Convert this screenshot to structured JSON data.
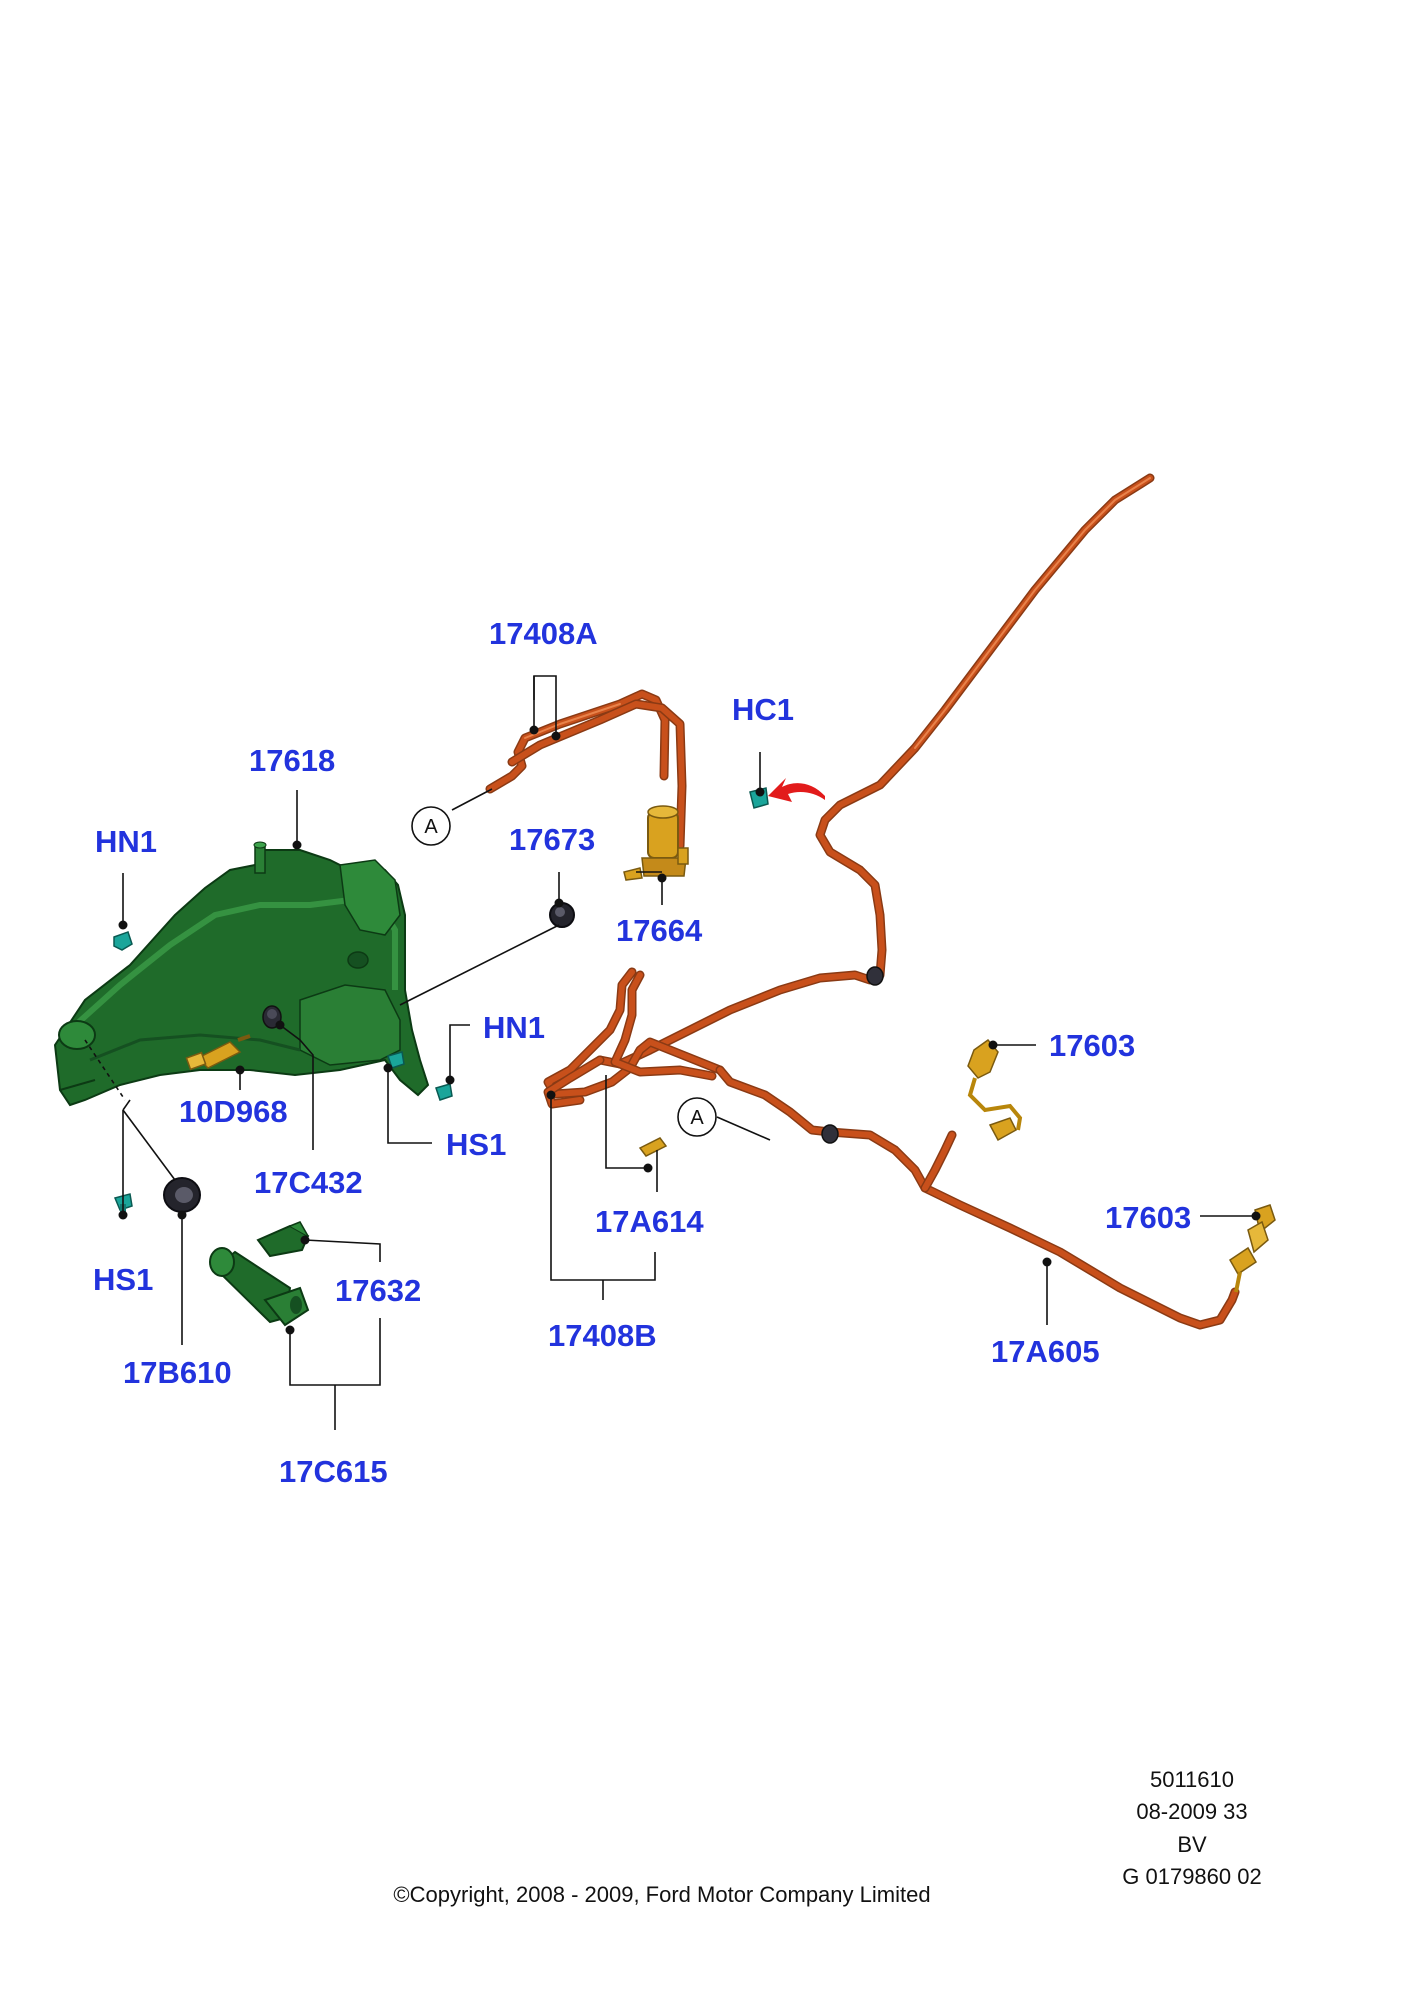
{
  "labels": {
    "hn1_left": "HN1",
    "hs1_left": "HS1",
    "p17618": "17618",
    "p10d968": "10D968",
    "p17c432": "17C432",
    "hn1_right": "HN1",
    "hs1_right": "HS1",
    "p17b610": "17B610",
    "p17632": "17632",
    "p17c615": "17C615",
    "p17408a": "17408A",
    "p17673": "17673",
    "p17664": "17664",
    "hc1": "HC1",
    "p17408b": "17408B",
    "p17a614": "17A614",
    "p17603_upper": "17603",
    "p17603_lower": "17603",
    "p17a605": "17A605"
  },
  "callouts": {
    "a_left": "A",
    "a_right": "A"
  },
  "footer": {
    "doc_number": "5011610",
    "date_code": "08-2009 33",
    "variant": "BV",
    "graphic_id": "G 0179860 02",
    "copyright": "©Copyright, 2008 - 2009, Ford Motor Company Limited"
  },
  "colors": {
    "label_blue": "#2233dd",
    "hose_orange": "#c8501b",
    "reservoir_green": "#1f6b2a",
    "connector_yellow": "#d9a21f",
    "clip_teal": "#1aa59a",
    "arrow_red": "#e21b1b"
  }
}
